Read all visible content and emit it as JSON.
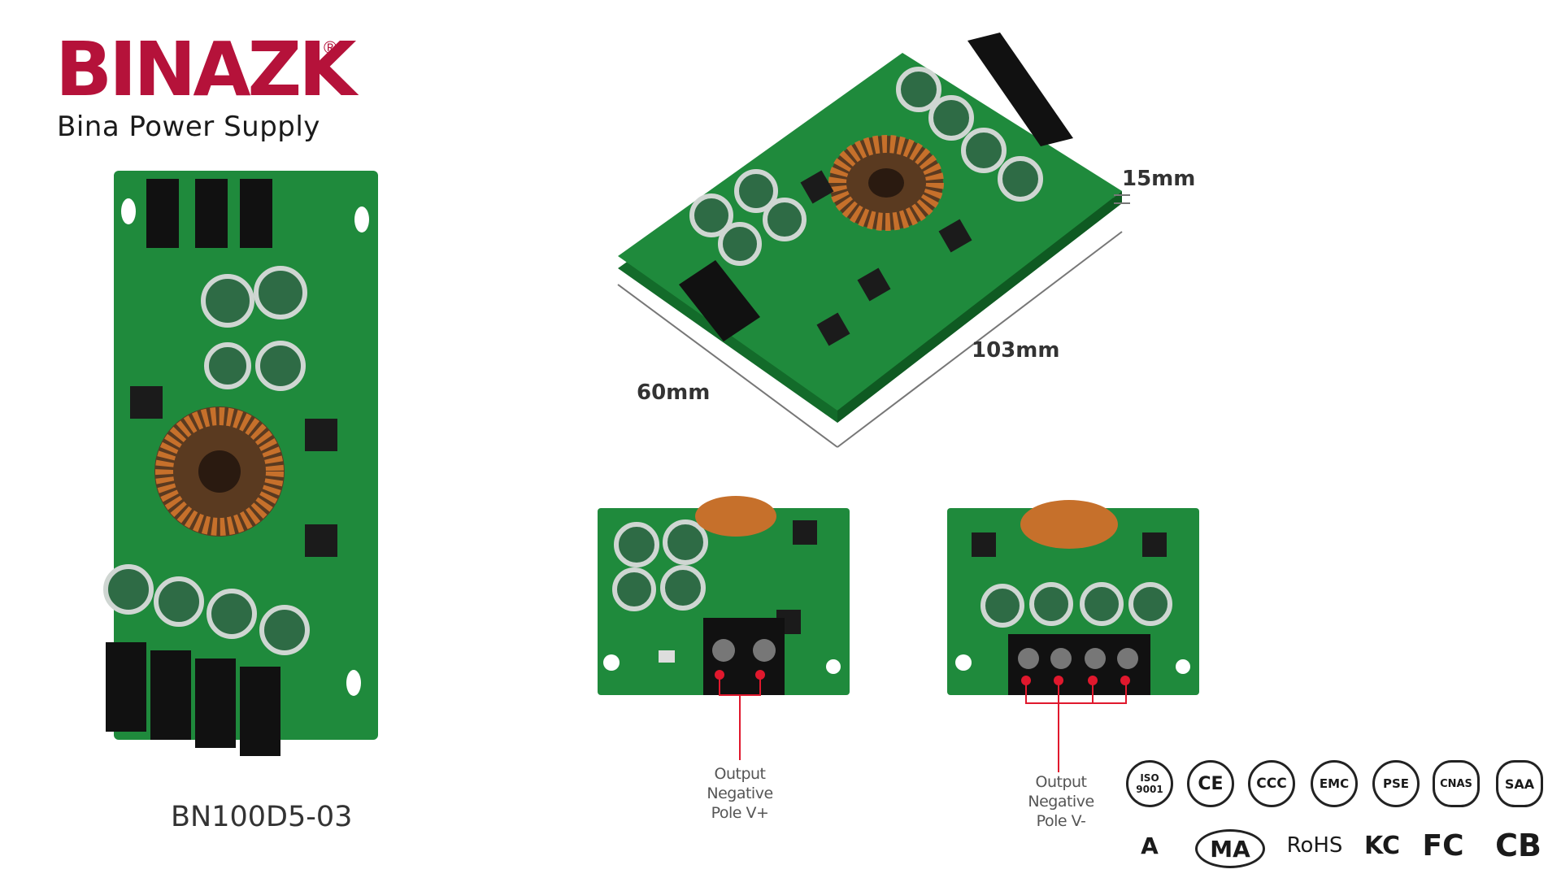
{
  "brand": {
    "logo_text": "BINAZK",
    "registered_mark": "®",
    "tagline": "Bina Power Supply",
    "logo_color": "#b5123a"
  },
  "product": {
    "model": "BN100D5-03"
  },
  "dimensions": {
    "width": "60mm",
    "length": "103mm",
    "height": "15mm"
  },
  "callouts": {
    "left": [
      "Output",
      "Negative",
      "Pole V+"
    ],
    "right": [
      "Output",
      "Negative",
      "Pole V-"
    ]
  },
  "certifications": {
    "row1": [
      "ISO 9001",
      "CE",
      "CCC",
      "EMC",
      "PSE",
      "CNAS",
      "SAA"
    ],
    "row2": [
      "A",
      "MA",
      "RoHS",
      "KC",
      "FC",
      "CB"
    ]
  },
  "colors": {
    "pcb": "#1f8a3c",
    "pcb_dark": "#136b2a",
    "terminal": "#111111",
    "marker": "#e0182d",
    "copper": "#c6702b"
  }
}
